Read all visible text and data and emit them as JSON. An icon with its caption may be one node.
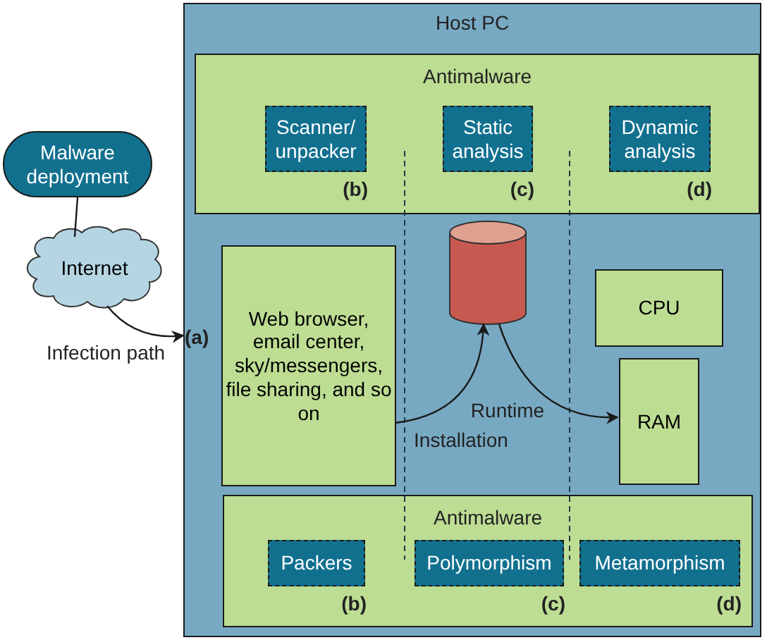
{
  "diagram": {
    "nodes": [
      {
        "text": [
          "Host PC"
        ]
      },
      {
        "text": [
          "Antimalware"
        ],
        "in": 0
      },
      {
        "text": [
          "Scanner/ unpacker"
        ],
        "in": 1,
        "beside": [
          "(b)"
        ]
      },
      {
        "text": [
          "Static analysis"
        ],
        "in": 1,
        "beside": [
          "(c)"
        ]
      },
      {
        "text": [
          "Dynamic analysis"
        ],
        "in": 1,
        "beside": [
          "(d)"
        ]
      },
      {
        "text": [
          "Malware deployment"
        ]
      },
      {
        "text": [
          "Internet"
        ]
      },
      {
        "text": [
          "Web browser, email center, sky/messengers, file sharing, and so on"
        ],
        "in": 0
      },
      {
        "text": [],
        "shape": "cylinder",
        "in": 0
      },
      {
        "text": [
          "CPU"
        ],
        "in": 0
      },
      {
        "text": [
          "RAM"
        ],
        "in": 0
      },
      {
        "text": [
          "Antimalware"
        ],
        "in": 0
      },
      {
        "text": [
          "Packers"
        ],
        "in": 11,
        "beside": [
          "(b)"
        ]
      },
      {
        "text": [
          "Polymorphism"
        ],
        "in": 11,
        "beside": [
          "(c)"
        ]
      },
      {
        "text": [
          "Metamorphism"
        ],
        "in": 11,
        "beside": [
          "(d)"
        ]
      }
    ],
    "edges": [
      {
        "from": 5,
        "to": 6,
        "arrow": "none"
      },
      {
        "from": 6,
        "to": 0,
        "arrow": "to",
        "label": "Infection path"
      },
      {
        "from": 7,
        "to": 8,
        "arrow": "to",
        "label": "Installation"
      },
      {
        "from": 8,
        "to": 10,
        "arrow": "to",
        "label": "Runtime"
      }
    ],
    "labels": [
      "(a)"
    ]
  }
}
